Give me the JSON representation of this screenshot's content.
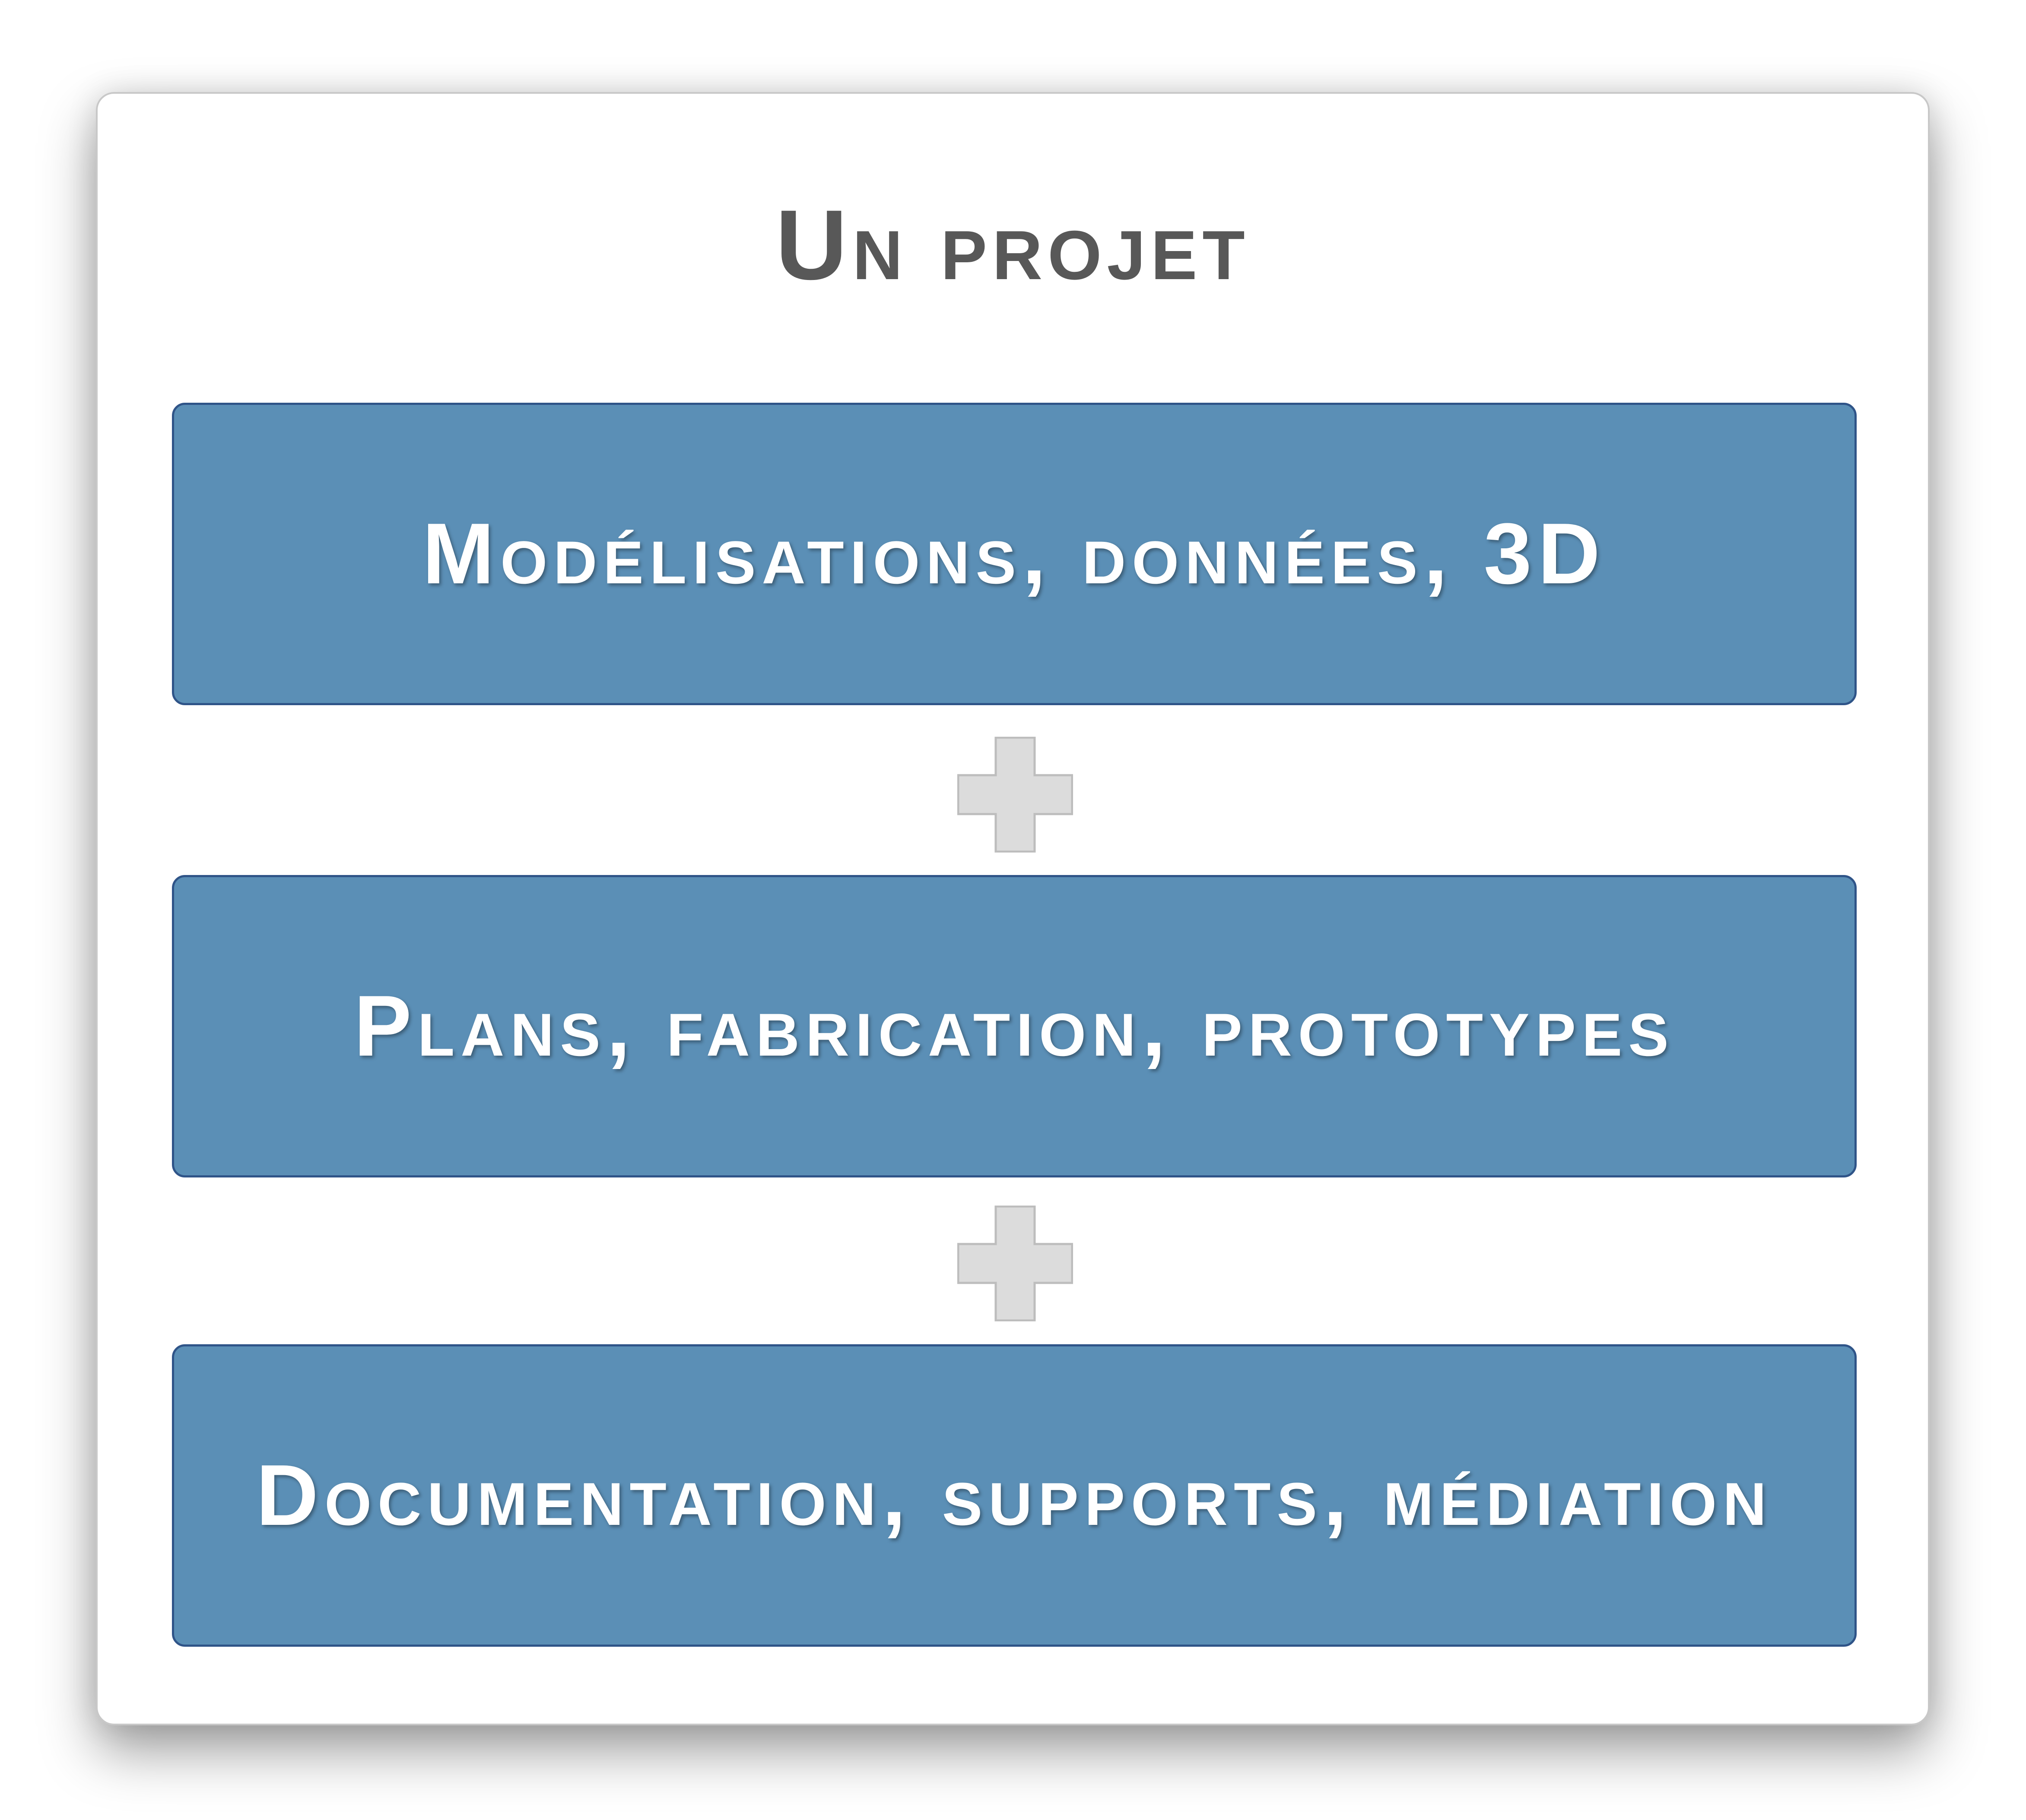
{
  "diagram": {
    "title": "Un projet",
    "blocks": [
      {
        "label": "Modélisations, données, 3D"
      },
      {
        "label": "Plans, fabrication, prototypes"
      },
      {
        "label": "Documentation, supports, médiation"
      }
    ],
    "connector_icon": "plus-icon",
    "colors": {
      "block_fill": "#5b8fb6",
      "block_border": "#2f5488",
      "title_text": "#585858",
      "connector_fill": "#dcdcdc",
      "connector_border": "#bdbdbd"
    }
  }
}
